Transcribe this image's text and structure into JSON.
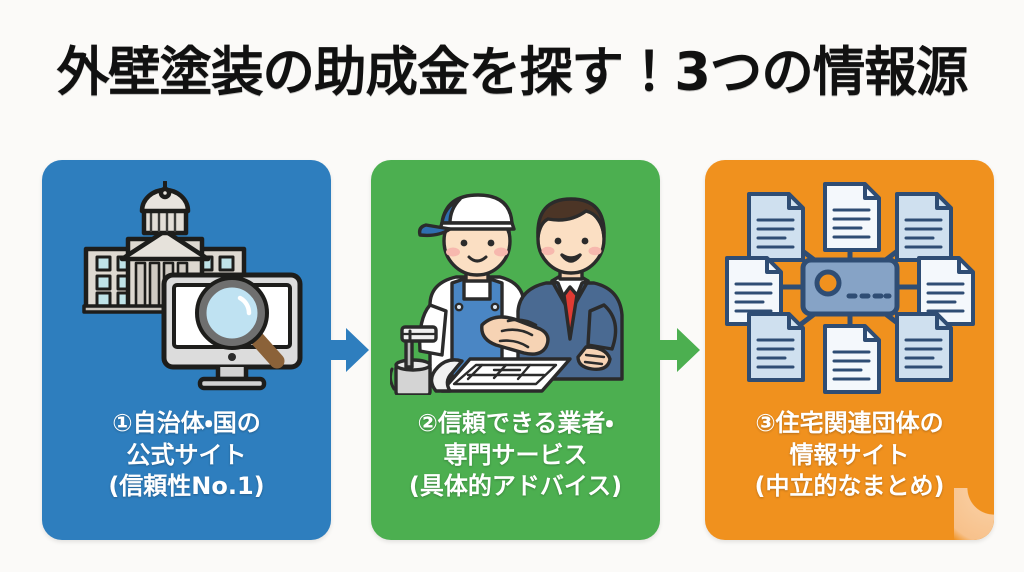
{
  "page": {
    "title": "外壁塗装の助成金を探す！3つの情報源",
    "background_color": "#fbfaf8"
  },
  "colors": {
    "card_1": "#2e7ebe",
    "card_2": "#4caf50",
    "card_3": "#f0911e",
    "arrow_1": "#2e7ebe",
    "arrow_2": "#4caf50",
    "title_text": "#111111",
    "caption_text": "#ffffff"
  },
  "cards": [
    {
      "id": "official-sites",
      "number": "①",
      "color": "#2e7ebe",
      "icon": "government-building-and-monitor-search-icon",
      "caption_lines": [
        "①自治体・国の",
        "公式サイト",
        "(信頼性No.1)"
      ]
    },
    {
      "id": "trusted-contractors",
      "number": "②",
      "color": "#4caf50",
      "icon": "handshake-contractor-and-businessman-icon",
      "caption_lines": [
        "②信頼できる業者・",
        "専門サービス",
        "(具体的アドバイス)"
      ]
    },
    {
      "id": "housing-organizations",
      "number": "③",
      "color": "#f0911e",
      "icon": "document-network-hub-icon",
      "caption_lines": [
        "③住宅関連団体の",
        "情報サイト",
        "(中立的なまとめ)"
      ]
    }
  ],
  "arrows": [
    {
      "id": "arrow-card1-to-card2",
      "icon": "arrow-right-icon",
      "color": "#2e7ebe"
    },
    {
      "id": "arrow-card2-to-card3",
      "icon": "arrow-right-icon",
      "color": "#4caf50"
    }
  ]
}
